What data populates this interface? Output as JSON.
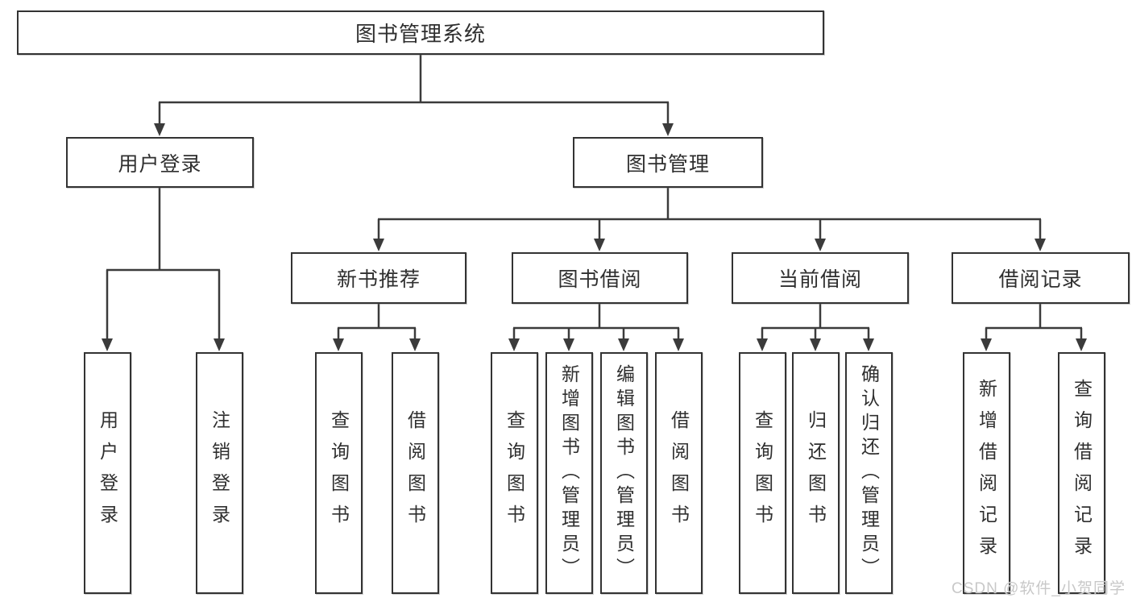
{
  "diagram": {
    "root": {
      "label": "图书管理系统",
      "children": [
        {
          "label": "用户登录",
          "children": [
            {
              "label": "用户登录"
            },
            {
              "label": "注销登录"
            }
          ]
        },
        {
          "label": "图书管理",
          "children": [
            {
              "label": "新书推荐",
              "children": [
                {
                  "label": "查询图书"
                },
                {
                  "label": "借阅图书"
                }
              ]
            },
            {
              "label": "图书借阅",
              "children": [
                {
                  "label": "查询图书"
                },
                {
                  "label": "新增图书（管理员）"
                },
                {
                  "label": "编辑图书（管理员）"
                },
                {
                  "label": "借阅图书"
                }
              ]
            },
            {
              "label": "当前借阅",
              "children": [
                {
                  "label": "查询图书"
                },
                {
                  "label": "归还图书"
                },
                {
                  "label": "确认归还（管理员）"
                }
              ]
            },
            {
              "label": "借阅记录",
              "children": [
                {
                  "label": "新增借阅记录"
                },
                {
                  "label": "查询借阅记录"
                }
              ]
            }
          ]
        }
      ]
    }
  },
  "watermark": {
    "text": "CSDN @软件_小贺同学"
  },
  "colors": {
    "line": "#3b3b3b",
    "box_border": "#333333",
    "text": "#2f2f2f",
    "watermark": "#c8c8c8",
    "background": "#ffffff"
  }
}
